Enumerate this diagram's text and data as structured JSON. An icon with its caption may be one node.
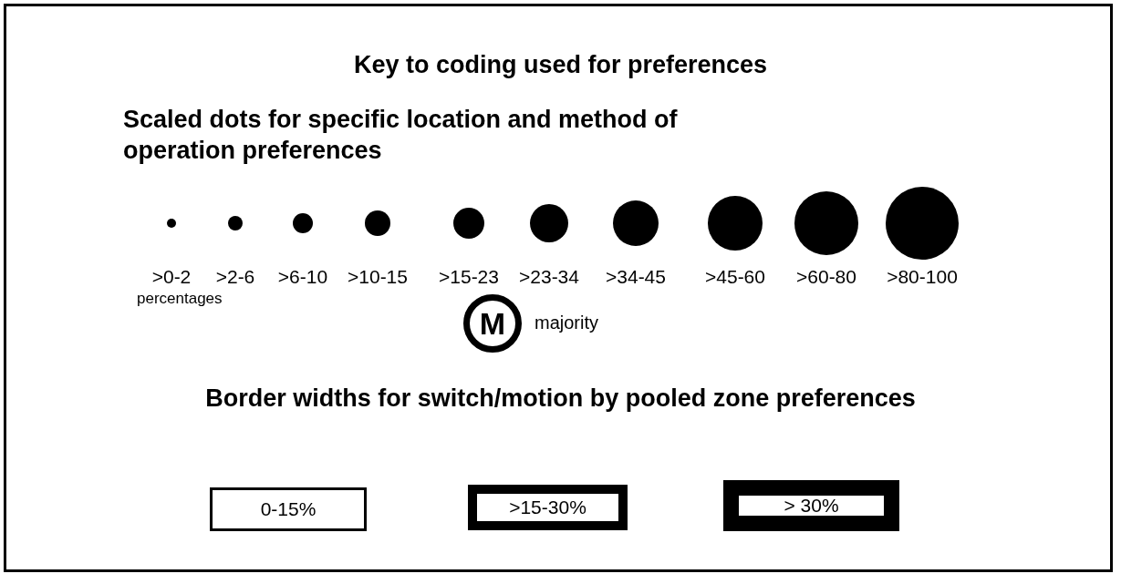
{
  "diagram": {
    "title": "Key to coding used for preferences",
    "nodes": [
      {
        "text": [
          "M"
        ],
        "beside": [
          "majority"
        ]
      },
      {
        "text": [
          "0-15%"
        ]
      },
      {
        "text": [
          ">15-30%"
        ]
      },
      {
        "text": [
          "> 30%"
        ]
      }
    ],
    "labels": [
      "Scaled dots for specific location and method of operation preferences",
      "percentages",
      "Border widths for switch/motion by pooled zone preferences"
    ],
    "legend": [
      {
        "text": ">0-2"
      },
      {
        "text": ">2-6"
      },
      {
        "text": ">6-10"
      },
      {
        "text": ">10-15"
      },
      {
        "text": ">15-23"
      },
      {
        "text": ">23-34"
      },
      {
        "text": ">34-45"
      },
      {
        "text": ">45-60"
      },
      {
        "text": ">60-80"
      },
      {
        "text": ">80-100"
      }
    ]
  }
}
